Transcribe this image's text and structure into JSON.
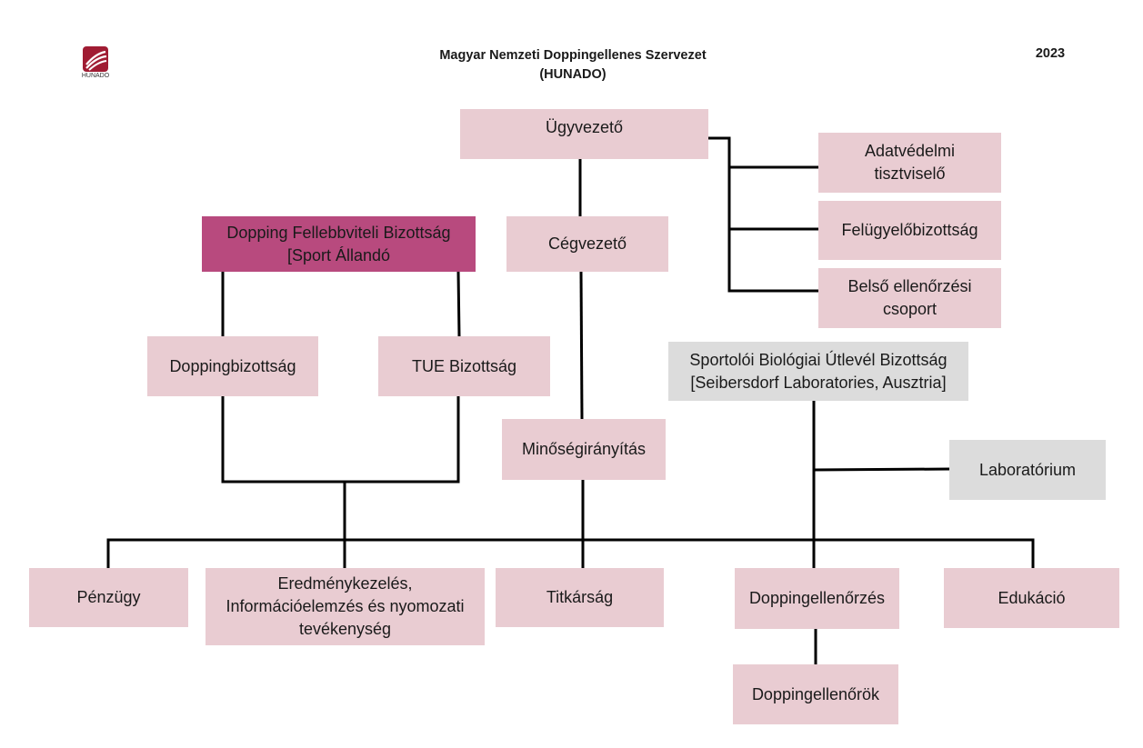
{
  "header": {
    "title": "Magyar Nemzeti Doppingellenes Szervezet",
    "subtitle": "(HUNADO)",
    "year": "2023",
    "logo_text": "HUNADO"
  },
  "boxes": {
    "ugyvezeto": "Ügyvezető",
    "adatvedelmi": [
      "Adatvédelmi",
      "tisztviselő"
    ],
    "felugyelo": "Felügyelőbizottság",
    "belso": [
      "Belső ellenőrzési",
      "csoport"
    ],
    "cegvezeto": "Cégvezető",
    "fellebbviteli": [
      "Dopping Fellebbviteli Bizottság",
      "[Sport Állandó"
    ],
    "doppingbizottsag": "Doppingbizottság",
    "tue": "TUE Bizottság",
    "sportoloi": [
      "Sportolói Biológiai Útlevél Bizottság",
      "[Seibersdorf Laboratories, Ausztria]"
    ],
    "minoseg": "Minőségirányítás",
    "laboratorium": "Laboratórium",
    "penzugy": "Pénzügy",
    "eredmeny": [
      "Eredménykezelés,",
      "Információelemzés és nyomozati",
      "tevékenység"
    ],
    "titkarsag": "Titkárság",
    "doppingellenorzes": "Doppingellenőrzés",
    "edukacio": "Edukáció",
    "doppingellenorok": "Doppingellenőrök"
  },
  "colors": {
    "box_fill": "#e9ccd2",
    "highlight_fill": "#b84a7e",
    "external_fill": "#dcdcdc",
    "connector": "#000000",
    "logo": "#a01c33"
  }
}
